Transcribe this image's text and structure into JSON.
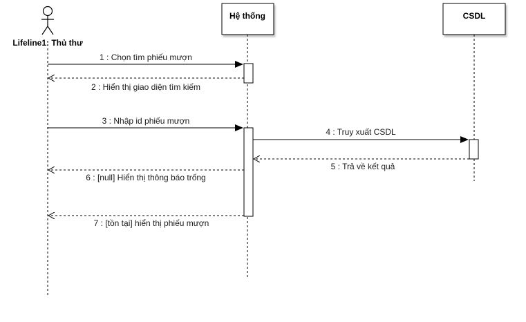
{
  "diagram": {
    "type": "sequence",
    "actor": {
      "label": "Lifeline1: Thủ thư"
    },
    "lifelines": [
      {
        "id": "system",
        "label": "Hệ thống"
      },
      {
        "id": "db",
        "label": "CSDL"
      }
    ],
    "messages": [
      {
        "label": "1 : Chọn tìm phiếu mượn",
        "from": "actor",
        "to": "system",
        "kind": "sync"
      },
      {
        "label": "2 : Hiển thị giao diện tìm kiếm",
        "from": "system",
        "to": "actor",
        "kind": "return"
      },
      {
        "label": "3 : Nhập id phiếu mượn",
        "from": "actor",
        "to": "system",
        "kind": "sync"
      },
      {
        "label": "4 : Truy xuất CSDL",
        "from": "system",
        "to": "db",
        "kind": "sync"
      },
      {
        "label": "5 : Trả về kết quả",
        "from": "db",
        "to": "system",
        "kind": "return"
      },
      {
        "label": "6 : [null] Hiển thị thông báo trống",
        "from": "system",
        "to": "actor",
        "kind": "return"
      },
      {
        "label": "7 : [tồn tại] hiển thị phiếu mượn",
        "from": "system",
        "to": "actor",
        "kind": "return"
      }
    ]
  }
}
